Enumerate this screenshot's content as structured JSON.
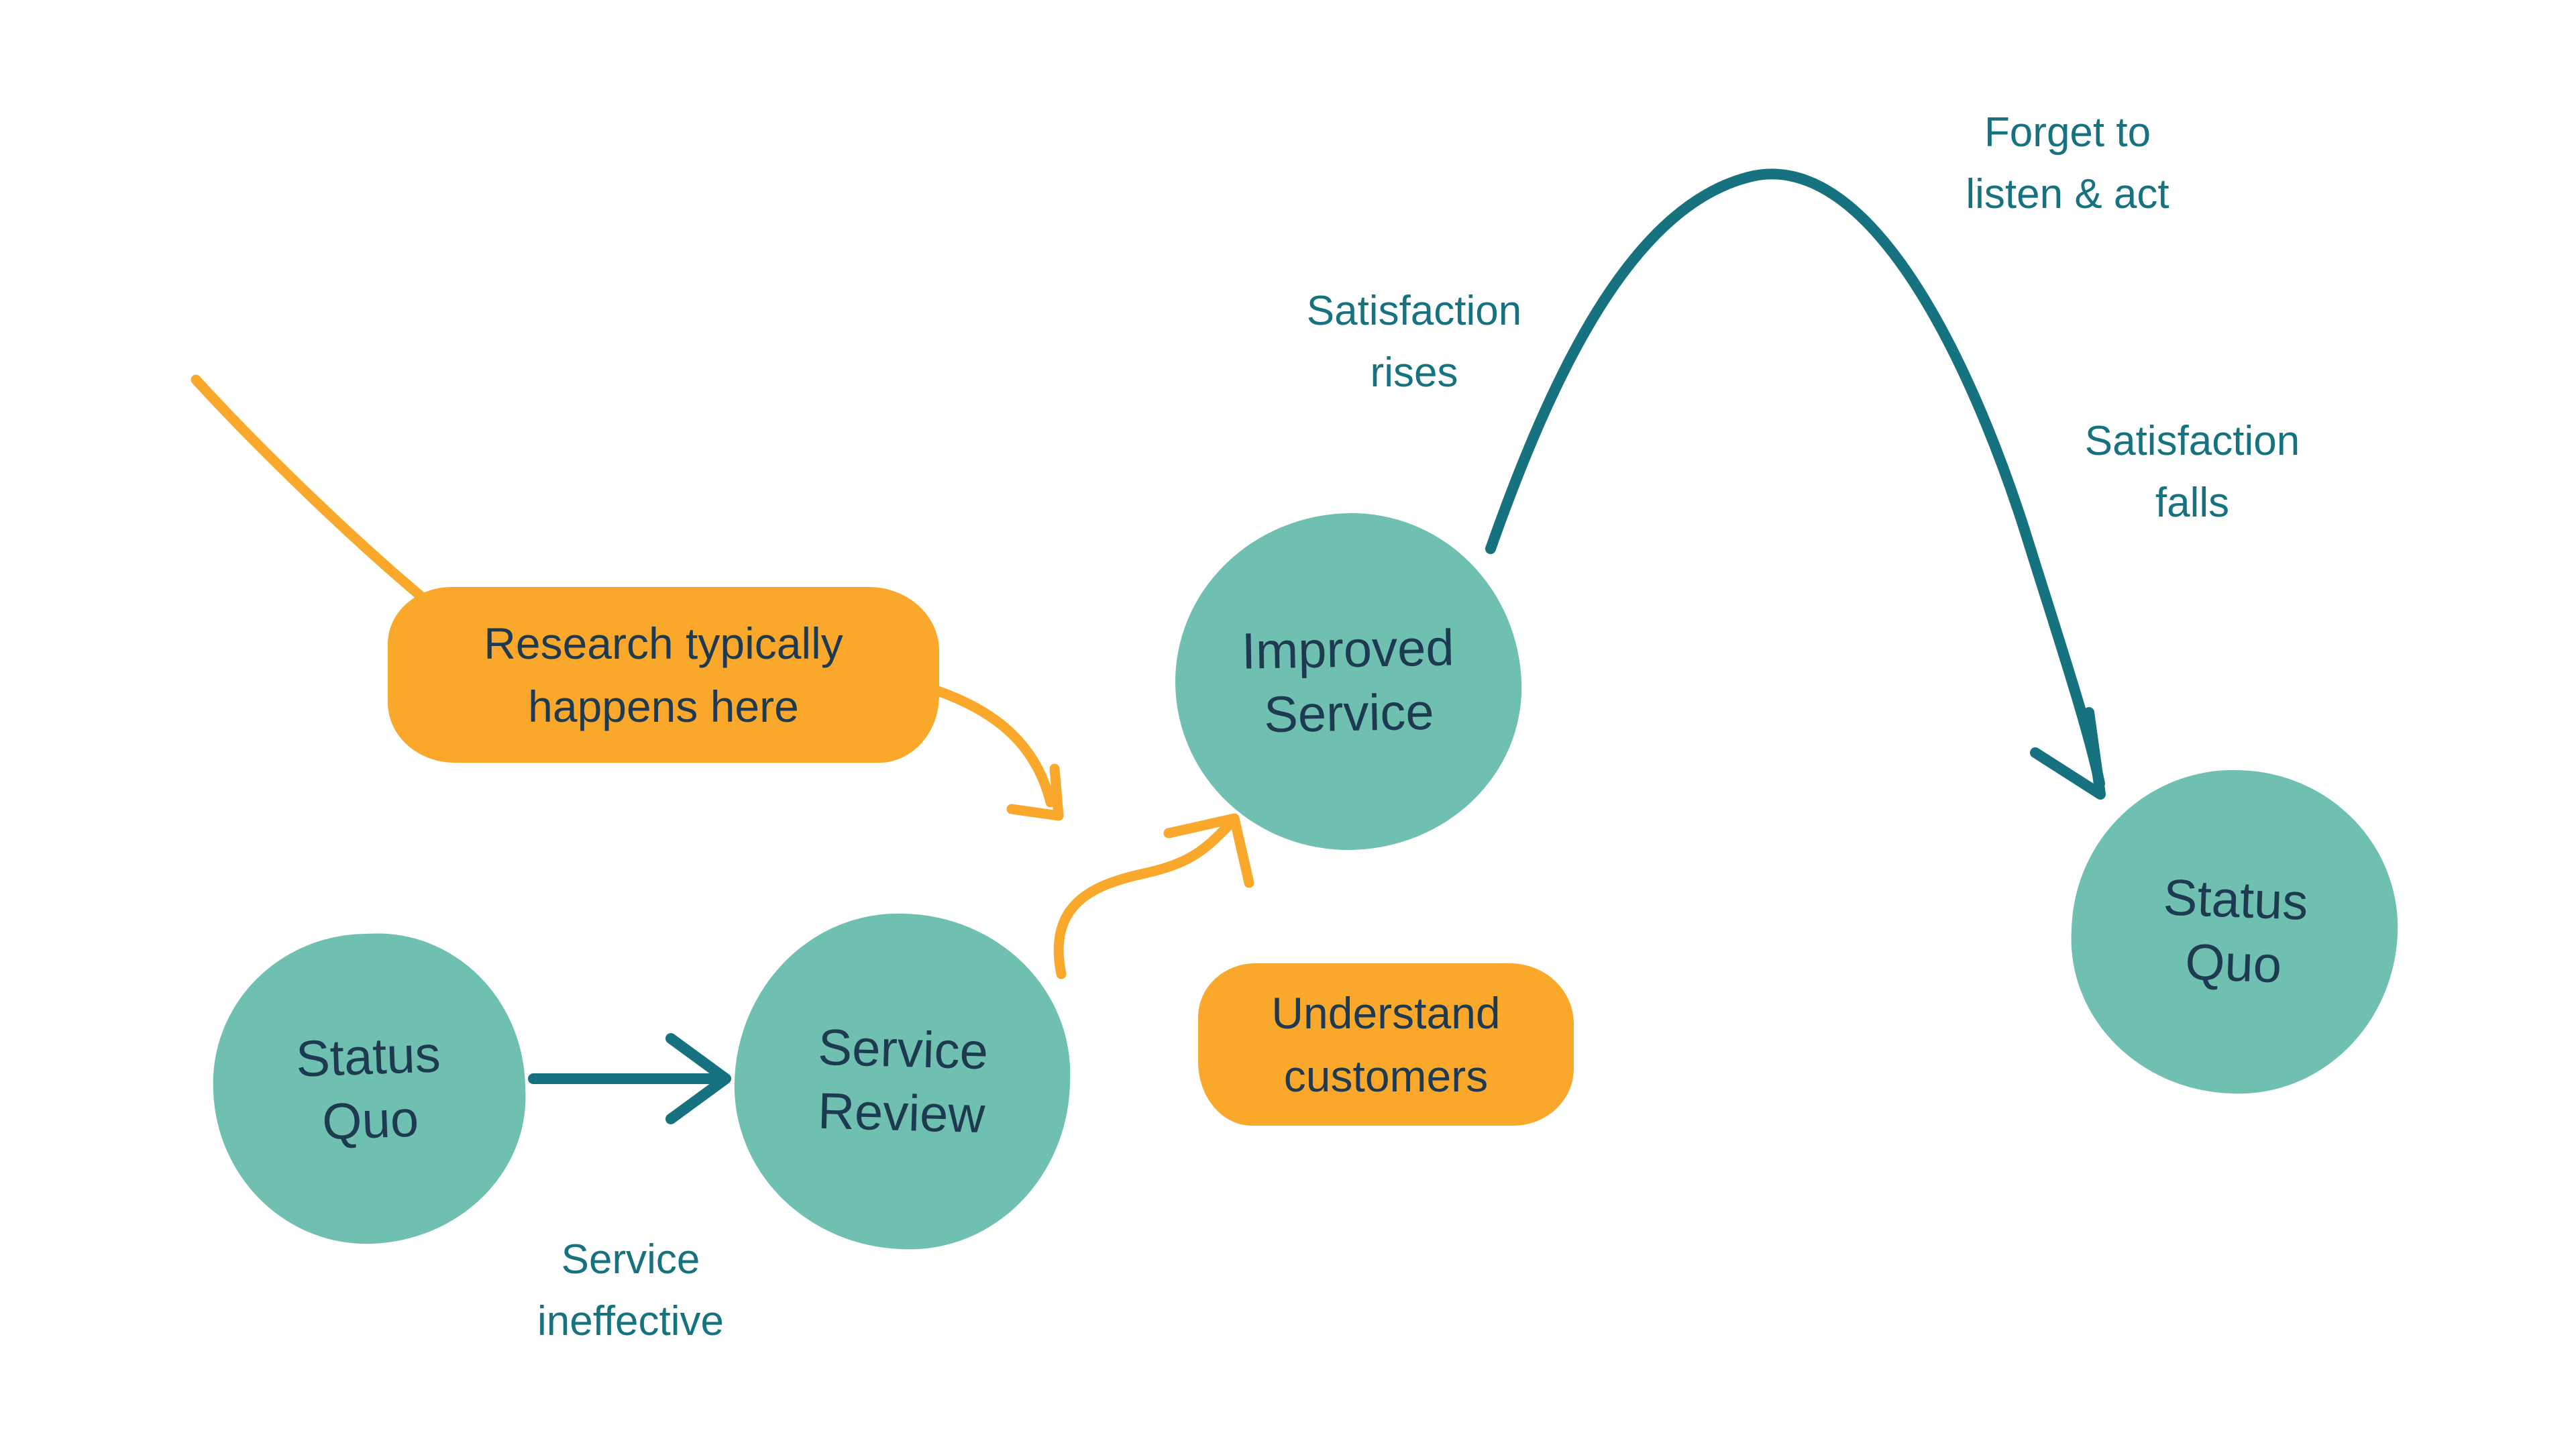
{
  "title": "Service improvement cycle diagram",
  "palette": {
    "background": "#ffffff",
    "node_fill": "#6fc0b1",
    "node_text": "#1e3a50",
    "callout_fill": "#f9a82b",
    "callout_text": "#1e3a50",
    "line_teal": "#16727f",
    "label_teal": "#16727f",
    "line_orange": "#f9a82b"
  },
  "nodes": {
    "status_quo_left": {
      "line1": "Status",
      "line2": "Quo"
    },
    "service_review": {
      "line1": "Service",
      "line2": "Review"
    },
    "improved_service": {
      "line1": "Improved",
      "line2": "Service"
    },
    "status_quo_right": {
      "line1": "Status",
      "line2": "Quo"
    }
  },
  "callouts": {
    "research": {
      "line1": "Research typically",
      "line2": "happens here"
    },
    "understand": {
      "line1": "Understand",
      "line2": "customers"
    }
  },
  "labels": {
    "service_ineffective": {
      "line1": "Service",
      "line2": "ineffective"
    },
    "satisfaction_rises": {
      "line1": "Satisfaction",
      "line2": "rises"
    },
    "forget_listen": {
      "line1": "Forget to",
      "line2": "listen & act"
    },
    "satisfaction_falls": {
      "line1": "Satisfaction",
      "line2": "falls"
    }
  }
}
